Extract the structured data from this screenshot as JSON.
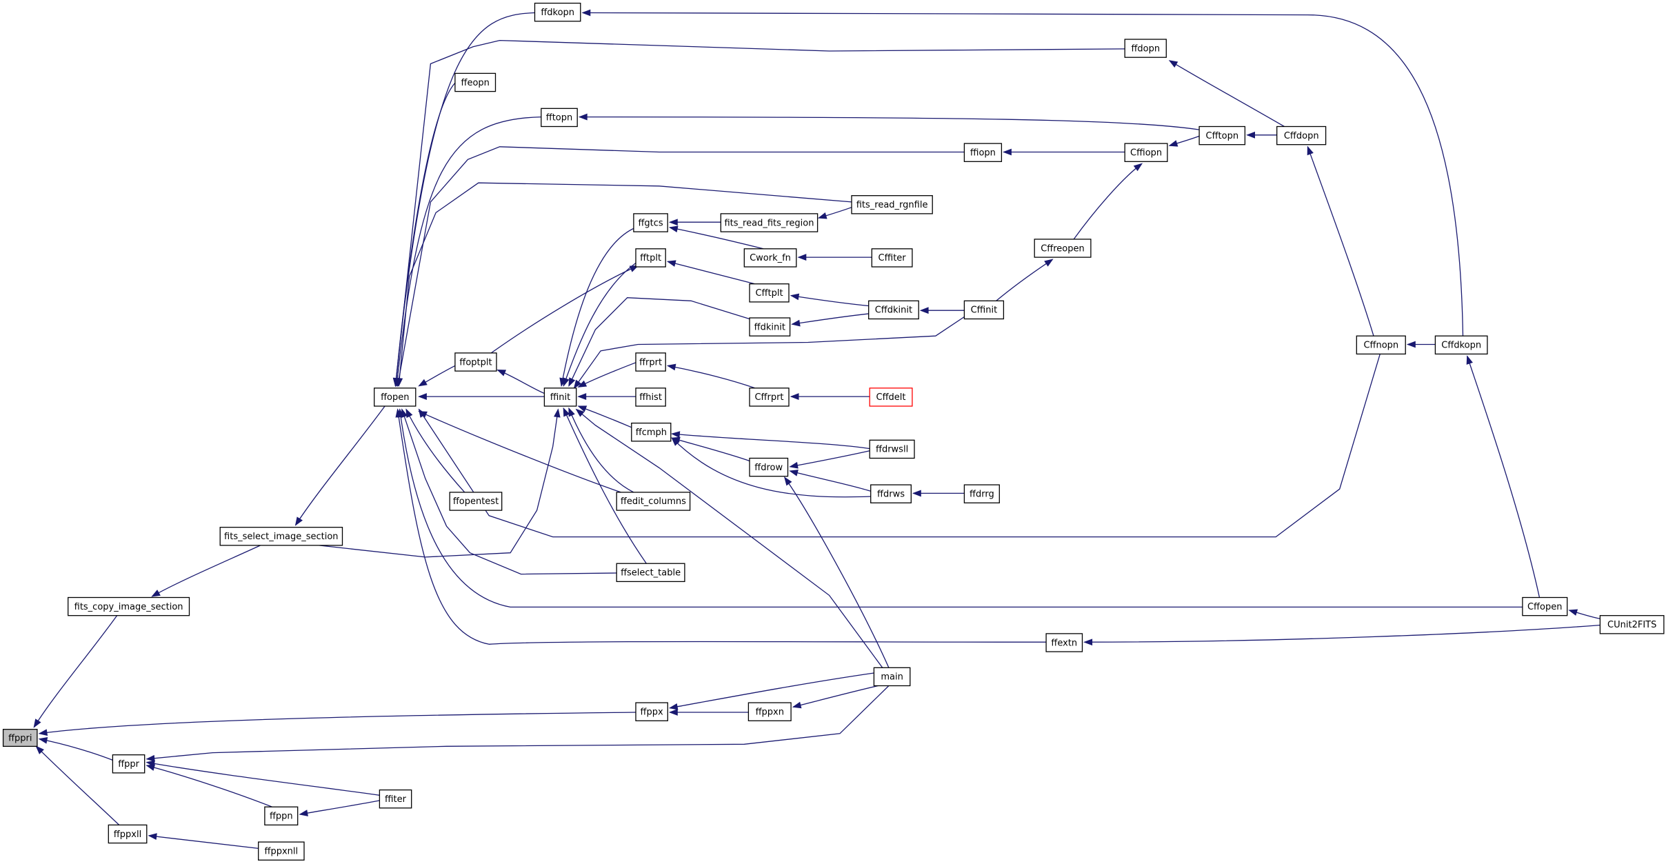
{
  "graph": {
    "nodes": [
      {
        "id": "ffppri",
        "label": "ffppri",
        "focus": true
      },
      {
        "id": "fits_copy_image_section",
        "label": "fits_copy_image_section"
      },
      {
        "id": "fits_select_image_section",
        "label": "fits_select_image_section"
      },
      {
        "id": "ffopen",
        "label": "ffopen"
      },
      {
        "id": "ffdkopn",
        "label": "ffdkopn"
      },
      {
        "id": "ffdopn",
        "label": "ffdopn"
      },
      {
        "id": "ffeopn",
        "label": "ffeopn"
      },
      {
        "id": "fftopn",
        "label": "fftopn"
      },
      {
        "id": "ffiopn",
        "label": "ffiopn"
      },
      {
        "id": "fits_read_rgnfile",
        "label": "fits_read_rgnfile"
      },
      {
        "id": "ffgtcs",
        "label": "ffgtcs"
      },
      {
        "id": "fits_read_fits_region",
        "label": "fits_read_fits_region"
      },
      {
        "id": "Cwork_fn",
        "label": "Cwork_fn"
      },
      {
        "id": "Cffiter",
        "label": "Cffiter"
      },
      {
        "id": "fftplt",
        "label": "fftplt"
      },
      {
        "id": "Cfftplt",
        "label": "Cfftplt"
      },
      {
        "id": "ffoptplt",
        "label": "ffoptplt"
      },
      {
        "id": "ffdkinit",
        "label": "ffdkinit"
      },
      {
        "id": "Cffdkinit",
        "label": "Cffdkinit"
      },
      {
        "id": "Cffinit",
        "label": "Cffinit"
      },
      {
        "id": "Cffreopen",
        "label": "Cffreopen"
      },
      {
        "id": "Cffiopn",
        "label": "Cffiopn"
      },
      {
        "id": "Cfftopn",
        "label": "Cfftopn"
      },
      {
        "id": "Cffdopn",
        "label": "Cffdopn"
      },
      {
        "id": "ffinit",
        "label": "ffinit"
      },
      {
        "id": "ffrprt",
        "label": "ffrprt"
      },
      {
        "id": "Cffrprt",
        "label": "Cffrprt"
      },
      {
        "id": "Cffdelt",
        "label": "Cffdelt",
        "red": true
      },
      {
        "id": "ffhist",
        "label": "ffhist"
      },
      {
        "id": "ffcmph",
        "label": "ffcmph"
      },
      {
        "id": "ffdrow",
        "label": "ffdrow"
      },
      {
        "id": "ffdrwsll",
        "label": "ffdrwsll"
      },
      {
        "id": "ffdrws",
        "label": "ffdrws"
      },
      {
        "id": "ffdrrg",
        "label": "ffdrrg"
      },
      {
        "id": "ffopentest",
        "label": "ffopentest"
      },
      {
        "id": "ffedit_columns",
        "label": "ffedit_columns"
      },
      {
        "id": "ffselect_table",
        "label": "ffselect_table"
      },
      {
        "id": "Cffnopn",
        "label": "Cffnopn"
      },
      {
        "id": "Cffdkopn",
        "label": "Cffdkopn"
      },
      {
        "id": "Cffopen",
        "label": "Cffopen"
      },
      {
        "id": "CUnit2FITS",
        "label": "CUnit2FITS"
      },
      {
        "id": "ffextn",
        "label": "ffextn"
      },
      {
        "id": "main",
        "label": "main"
      },
      {
        "id": "ffppx",
        "label": "ffppx"
      },
      {
        "id": "ffppxn",
        "label": "ffppxn"
      },
      {
        "id": "ffppr",
        "label": "ffppr"
      },
      {
        "id": "ffppn",
        "label": "ffppn"
      },
      {
        "id": "ffiter",
        "label": "ffiter"
      },
      {
        "id": "ffppxll",
        "label": "ffppxll"
      },
      {
        "id": "ffppxnll",
        "label": "ffppxnll"
      }
    ],
    "edges": [
      {
        "from": "fits_copy_image_section",
        "to": "ffppri"
      },
      {
        "from": "ffppx",
        "to": "ffppri"
      },
      {
        "from": "ffppr",
        "to": "ffppri"
      },
      {
        "from": "ffppxll",
        "to": "ffppri"
      },
      {
        "from": "fits_select_image_section",
        "to": "fits_copy_image_section"
      },
      {
        "from": "ffopen",
        "to": "fits_select_image_section"
      },
      {
        "from": "ffdkopn",
        "to": "ffopen"
      },
      {
        "from": "ffdopn",
        "to": "ffopen"
      },
      {
        "from": "ffeopn",
        "to": "ffopen"
      },
      {
        "from": "fftopn",
        "to": "ffopen"
      },
      {
        "from": "ffiopn",
        "to": "ffopen"
      },
      {
        "from": "fits_read_rgnfile",
        "to": "ffopen"
      },
      {
        "from": "ffoptplt",
        "to": "ffopen"
      },
      {
        "from": "ffinit",
        "to": "ffopen"
      },
      {
        "from": "ffopentest",
        "to": "ffopen"
      },
      {
        "from": "ffedit_columns",
        "to": "ffopen"
      },
      {
        "from": "ffselect_table",
        "to": "ffopen"
      },
      {
        "from": "Cffnopn",
        "to": "ffopen"
      },
      {
        "from": "Cffopen",
        "to": "ffopen"
      },
      {
        "from": "ffextn",
        "to": "ffopen"
      },
      {
        "from": "Cffdkopn",
        "to": "ffdkopn"
      },
      {
        "from": "Cffdopn",
        "to": "ffdopn"
      },
      {
        "from": "Cfftopn",
        "to": "fftopn"
      },
      {
        "from": "Cffiopn",
        "to": "ffiopn"
      },
      {
        "from": "Cfftopn",
        "to": "Cffiopn"
      },
      {
        "from": "Cffdopn",
        "to": "Cfftopn"
      },
      {
        "from": "Cffnopn",
        "to": "Cffdopn"
      },
      {
        "from": "Cffreopen",
        "to": "Cffiopn"
      },
      {
        "from": "Cffinit",
        "to": "Cffreopen"
      },
      {
        "from": "fits_read_fits_region",
        "to": "ffgtcs"
      },
      {
        "from": "Cwork_fn",
        "to": "ffgtcs"
      },
      {
        "from": "fits_read_rgnfile",
        "to": "fits_read_fits_region"
      },
      {
        "from": "Cffiter",
        "to": "Cwork_fn"
      },
      {
        "from": "ffoptplt",
        "to": "fftplt"
      },
      {
        "from": "Cfftplt",
        "to": "fftplt"
      },
      {
        "from": "Cffdkinit",
        "to": "Cfftplt"
      },
      {
        "from": "Cffdkinit",
        "to": "ffdkinit"
      },
      {
        "from": "Cffinit",
        "to": "Cffdkinit"
      },
      {
        "from": "ffinit",
        "to": "ffoptplt"
      },
      {
        "from": "ffgtcs",
        "to": "ffinit"
      },
      {
        "from": "fftplt",
        "to": "ffinit"
      },
      {
        "from": "ffdkinit",
        "to": "ffinit"
      },
      {
        "from": "Cffinit",
        "to": "ffinit"
      },
      {
        "from": "ffrprt",
        "to": "ffinit"
      },
      {
        "from": "ffhist",
        "to": "ffinit"
      },
      {
        "from": "ffcmph",
        "to": "ffinit"
      },
      {
        "from": "ffedit_columns",
        "to": "ffinit"
      },
      {
        "from": "ffselect_table",
        "to": "ffinit"
      },
      {
        "from": "main",
        "to": "ffinit"
      },
      {
        "from": "fits_select_image_section",
        "to": "ffinit"
      },
      {
        "from": "Cffrprt",
        "to": "ffrprt"
      },
      {
        "from": "Cffdelt",
        "to": "Cffrprt"
      },
      {
        "from": "ffdrow",
        "to": "ffcmph"
      },
      {
        "from": "ffdrwsll",
        "to": "ffcmph"
      },
      {
        "from": "ffdrws",
        "to": "ffcmph"
      },
      {
        "from": "ffdrwsll",
        "to": "ffdrow"
      },
      {
        "from": "ffdrws",
        "to": "ffdrow"
      },
      {
        "from": "main",
        "to": "ffdrow"
      },
      {
        "from": "ffdrrg",
        "to": "ffdrws"
      },
      {
        "from": "Cffdkopn",
        "to": "Cffnopn"
      },
      {
        "from": "Cffopen",
        "to": "Cffdkopn"
      },
      {
        "from": "CUnit2FITS",
        "to": "Cffopen"
      },
      {
        "from": "CUnit2FITS",
        "to": "ffextn"
      },
      {
        "from": "main",
        "to": "ffppx"
      },
      {
        "from": "ffppxn",
        "to": "ffppx"
      },
      {
        "from": "main",
        "to": "ffppxn"
      },
      {
        "from": "ffppn",
        "to": "ffppr"
      },
      {
        "from": "ffiter",
        "to": "ffppr"
      },
      {
        "from": "main",
        "to": "ffppr"
      },
      {
        "from": "ffiter",
        "to": "ffppn"
      },
      {
        "from": "ffppxnll",
        "to": "ffppxll"
      }
    ]
  }
}
